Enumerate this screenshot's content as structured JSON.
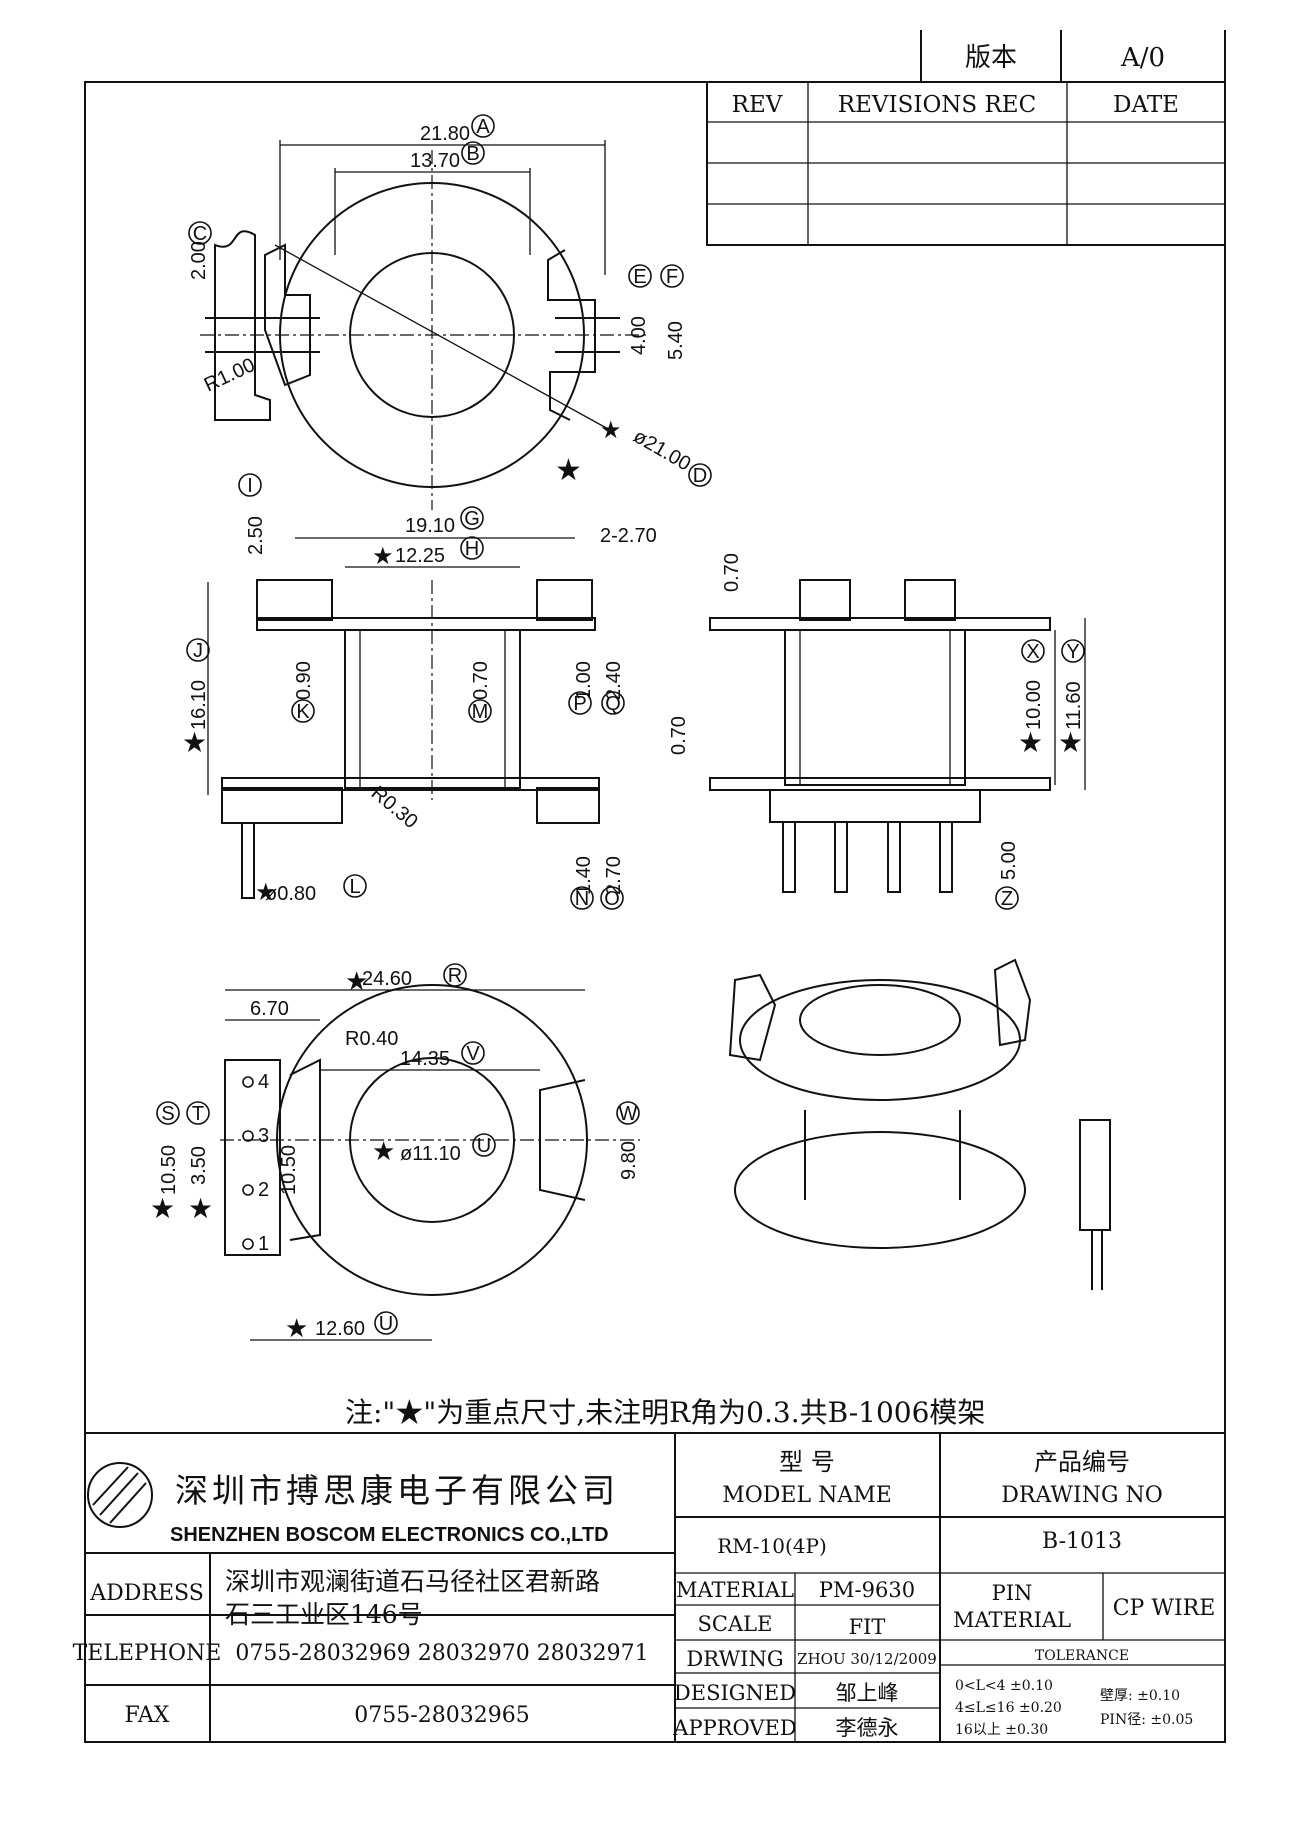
{
  "header": {
    "version_label": "版本",
    "version_value": "A/0",
    "rev_cols": [
      "REV",
      "REVISIONS REC",
      "DATE"
    ]
  },
  "dims": {
    "top": [
      "21.80",
      "13.70",
      "2.00",
      "4.00",
      "5.40",
      "R1.00",
      "ø21.00"
    ],
    "top_letters": [
      "A",
      "B",
      "C",
      "D",
      "E",
      "F"
    ],
    "front": [
      "19.10",
      "12.25",
      "2-2.70",
      "2.50",
      "16.10",
      "0.90",
      "0.70",
      "1.00",
      "2.40",
      "R0.30",
      "ø0.80",
      "1.40",
      "2.70"
    ],
    "front_letters": [
      "G",
      "H",
      "I",
      "J",
      "K",
      "L",
      "M",
      "N",
      "O",
      "P",
      "Q"
    ],
    "side": [
      "0.70",
      "0.70",
      "10.00",
      "11.60",
      "5.00"
    ],
    "side_letters": [
      "X",
      "Y",
      "Z"
    ],
    "bottom": [
      "24.60",
      "6.70",
      "R0.40",
      "14.35",
      "ø11.10",
      "10.50",
      "3.50",
      "10.50",
      "9.80",
      "12.60"
    ],
    "bottom_letters": [
      "R",
      "S",
      "T",
      "U",
      "V",
      "W",
      "U"
    ],
    "pins": [
      "4",
      "3",
      "2",
      "1"
    ]
  },
  "note": "注:\"★\"为重点尺寸,未注明R角为0.3.共B-1006模架",
  "title_block": {
    "company_cn": "深圳市搏思康电子有限公司",
    "company_en": "SHENZHEN BOSCOM ELECTRONICS CO.,LTD",
    "model_name_cn": "型    号",
    "model_name_en": "MODEL NAME",
    "drawing_no_cn": "产品编号",
    "drawing_no_en": "DRAWING NO",
    "model_value": "RM-10(4P)",
    "drawing_value": "B-1013",
    "address_label": "ADDRESS",
    "address_line1": "深圳市观澜街道石马径社区君新路",
    "address_line2": "石三工业区146号",
    "telephone_label": "TELEPHONE",
    "telephone_value": "0755-28032969 28032970 28032971",
    "fax_label": "FAX",
    "fax_value": "0755-28032965",
    "material_label": "MATERIAL",
    "material_value": "PM-9630",
    "scale_label": "SCALE",
    "scale_value": "FIT",
    "drawing_label": "DRWING",
    "drawing_by": "ZHOU 30/12/2009",
    "designed_label": "DESIGNED",
    "designed_value": "邹上峰",
    "approved_label": "APPROVED",
    "approved_value": "李德永",
    "pin_material_label1": "PIN",
    "pin_material_label2": "MATERIAL",
    "pin_material_value": "CP WIRE",
    "tolerance_label": "TOLERANCE",
    "tol_rows": [
      "0<L<4     ±0.10",
      "4≤L≤16  ±0.20",
      "16以上      ±0.30"
    ],
    "tol_wall": "壁厚:  ±0.10",
    "tol_pin": "PIN径: ±0.05"
  }
}
